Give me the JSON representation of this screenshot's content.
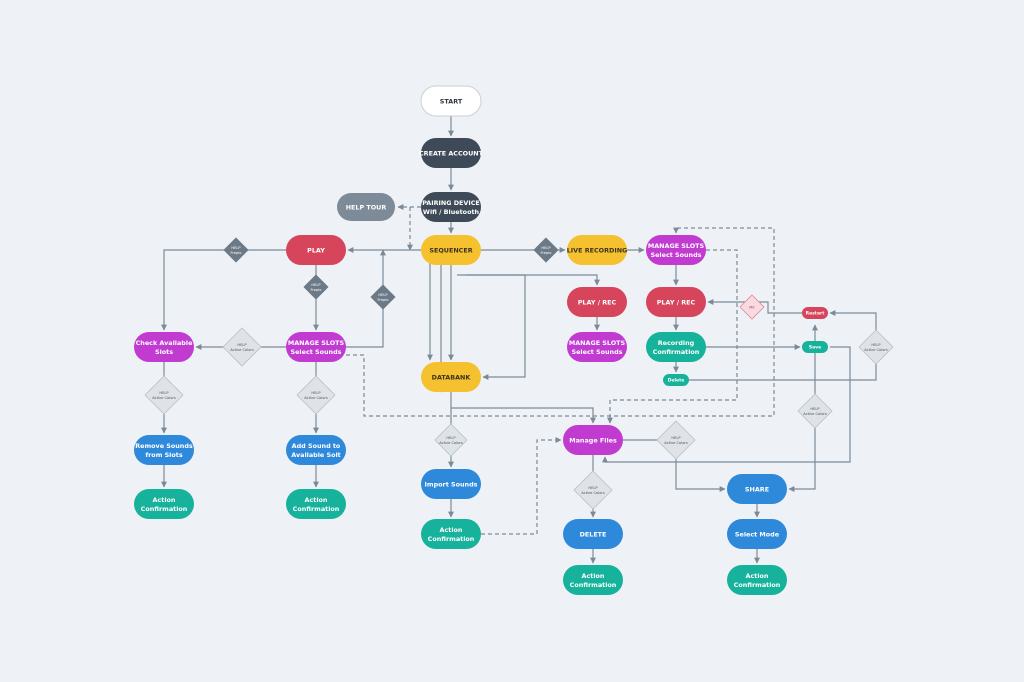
{
  "colors": {
    "background": "#eef2f6",
    "start": "#ffffff",
    "dark": "#3e4a57",
    "grey": "#7d8b99",
    "red": "#d6455b",
    "yellow": "#f5c12e",
    "magenta": "#c13bd1",
    "blue": "#2f89db",
    "teal": "#16b29b",
    "help_diamond": "#dfe3e8",
    "help_diamond_dark": "#6c7a88",
    "mix_diamond": "#f7dbe0",
    "connector": "#7c8a98"
  },
  "nodes": {
    "start": {
      "lines": [
        "START"
      ],
      "color": "start"
    },
    "create_account": {
      "lines": [
        "CREATE ACCOUNT"
      ],
      "color": "dark"
    },
    "pairing_device": {
      "lines": [
        "PAIRING DEVICE",
        "Wifi / Bluetooth"
      ],
      "color": "dark"
    },
    "help_tour": {
      "lines": [
        "HELP TOUR"
      ],
      "color": "grey"
    },
    "play": {
      "lines": [
        "PLAY"
      ],
      "color": "red"
    },
    "sequencer": {
      "lines": [
        "SEQUENCER"
      ],
      "color": "yellow"
    },
    "live_recording": {
      "lines": [
        "LIVE RECORDING"
      ],
      "color": "yellow"
    },
    "manage_slots_top": {
      "lines": [
        "MANAGE SLOTS",
        "Select Sounds"
      ],
      "color": "magenta"
    },
    "play_rec_mid": {
      "lines": [
        "PLAY / REC"
      ],
      "color": "red"
    },
    "play_rec_right": {
      "lines": [
        "PLAY / REC"
      ],
      "color": "red"
    },
    "check_available_slots": {
      "lines": [
        "Check Available",
        "Slots"
      ],
      "color": "magenta"
    },
    "manage_slots_left": {
      "lines": [
        "MANAGE SLOTS",
        "Select Sounds"
      ],
      "color": "magenta"
    },
    "manage_slots_mid": {
      "lines": [
        "MANAGE SLOTS",
        "Select Sounds"
      ],
      "color": "magenta"
    },
    "recording_confirmation": {
      "lines": [
        "Recording",
        "Confirmation"
      ],
      "color": "teal"
    },
    "databank": {
      "lines": [
        "DATABANK"
      ],
      "color": "yellow"
    },
    "remove_sounds": {
      "lines": [
        "Remove Sounds",
        "from Slots"
      ],
      "color": "blue"
    },
    "add_sound": {
      "lines": [
        "Add Sound to",
        "Available Solt"
      ],
      "color": "blue"
    },
    "manage_files": {
      "lines": [
        "Manage Files"
      ],
      "color": "magenta"
    },
    "import_sounds": {
      "lines": [
        "Import Sounds"
      ],
      "color": "blue"
    },
    "share": {
      "lines": [
        "SHARE"
      ],
      "color": "blue"
    },
    "action_conf_1": {
      "lines": [
        "Action",
        "Confirmation"
      ],
      "color": "teal"
    },
    "action_conf_2": {
      "lines": [
        "Action",
        "Confirmation"
      ],
      "color": "teal"
    },
    "action_conf_3": {
      "lines": [
        "Action",
        "Confirmation"
      ],
      "color": "teal"
    },
    "delete": {
      "lines": [
        "DELETE"
      ],
      "color": "blue"
    },
    "select_mode": {
      "lines": [
        "Select Mode"
      ],
      "color": "blue"
    },
    "action_conf_4": {
      "lines": [
        "Action",
        "Confirmation"
      ],
      "color": "teal"
    },
    "action_conf_5": {
      "lines": [
        "Action",
        "Confirmation"
      ],
      "color": "teal"
    },
    "restart": {
      "lines": [
        "Restart"
      ],
      "color": "red"
    },
    "save": {
      "lines": [
        "Save"
      ],
      "color": "teal"
    },
    "delete_small": {
      "lines": [
        "Delete"
      ],
      "color": "teal"
    }
  },
  "diamonds": {
    "help_play_left": {
      "lines": [
        "HELP",
        "Freplo"
      ],
      "style": "dark"
    },
    "help_play_below": {
      "lines": [
        "HELP",
        "Freplo"
      ],
      "style": "dark"
    },
    "help_seq_left": {
      "lines": [
        "HELP",
        "Freplo"
      ],
      "style": "dark"
    },
    "help_seq_right": {
      "lines": [
        "HELP",
        "Freplo"
      ],
      "style": "dark"
    },
    "help_slots_left": {
      "lines": [
        "HELP",
        "Active Colors"
      ],
      "style": "light"
    },
    "help_check": {
      "lines": [
        "HELP",
        "Active Colors"
      ],
      "style": "light"
    },
    "help_manage_left": {
      "lines": [
        "HELP",
        "Active Colors"
      ],
      "style": "light"
    },
    "help_databank": {
      "lines": [
        "HELP",
        "Active Colors"
      ],
      "style": "light"
    },
    "help_manage_files": {
      "lines": [
        "HELP",
        "Active Colors"
      ],
      "style": "light"
    },
    "help_delete": {
      "lines": [
        "HELP",
        "Active Colors"
      ],
      "style": "light"
    },
    "help_save": {
      "lines": [
        "HELP",
        "Active Colors"
      ],
      "style": "light"
    },
    "help_right": {
      "lines": [
        "HELP",
        "Active Colors"
      ],
      "style": "light"
    },
    "mix": {
      "lines": [
        "Mit"
      ],
      "style": "mix"
    }
  }
}
